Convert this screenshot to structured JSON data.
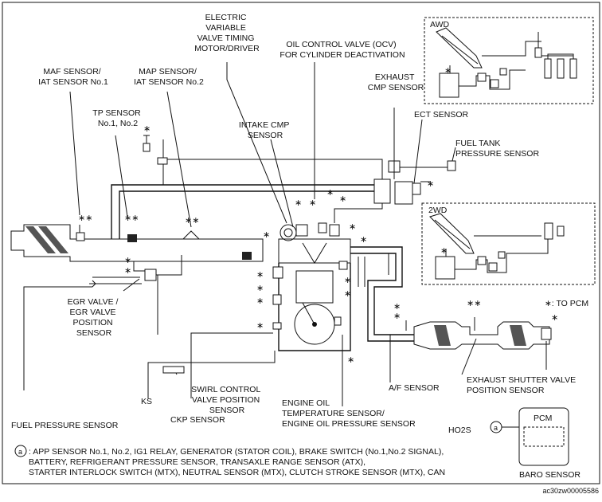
{
  "labels": {
    "electric_vvt": [
      "ELECTRIC",
      "VARIABLE",
      "VALVE TIMING",
      "MOTOR/DRIVER"
    ],
    "ocv": [
      "OIL CONTROL VALVE (OCV)",
      "FOR CYLINDER DEACTIVATION"
    ],
    "awd": "AWD",
    "maf": [
      "MAF SENSOR/",
      "IAT SENSOR No.1"
    ],
    "map": [
      "MAP SENSOR/",
      "IAT SENSOR No.2"
    ],
    "exhaust_cmp": [
      "EXHAUST",
      "CMP SENSOR"
    ],
    "tp": [
      "TP SENSOR",
      "No.1, No.2"
    ],
    "ect": "ECT SENSOR",
    "intake_cmp": [
      "INTAKE CMP",
      "SENSOR"
    ],
    "fuel_tank": [
      "FUEL TANK",
      "PRESSURE SENSOR"
    ],
    "twowd": "2WD",
    "egr": [
      "EGR VALVE /",
      "EGR VALVE",
      "POSITION",
      "SENSOR"
    ],
    "to_pcm": "∗: TO PCM",
    "swirl": [
      "SWIRL CONTROL",
      "VALVE POSITION",
      "SENSOR"
    ],
    "af": "A/F SENSOR",
    "exhaust_shutter": [
      "EXHAUST SHUTTER VALVE",
      "POSITION SENSOR"
    ],
    "ks": "KS",
    "engine_oil": [
      "ENGINE OIL",
      "TEMPERATURE SENSOR/",
      "ENGINE OIL PRESSURE SENSOR"
    ],
    "fuel_pressure": "FUEL PRESSURE SENSOR",
    "ckp": "CKP SENSOR",
    "ho2s": "HO2S",
    "pcm": "PCM",
    "baro": "BARO SENSOR",
    "note_marker": "a",
    "note_lines": [
      ": APP SENSOR No.1, No.2, IG1 RELAY, GENERATOR (STATOR COIL), BRAKE SWITCH (No.1,No.2 SIGNAL),",
      "BATTERY, REFRIGERANT PRESSURE SENSOR, TRANSAXLE RANGE SENSOR (ATX),",
      "STARTER INTERLOCK SWITCH (MTX), NEUTRAL SENSOR (MTX), CLUTCH STROKE SENSOR (MTX),  CAN"
    ],
    "figure_code": "ac30zw00005586",
    "star": "∗",
    "star2": "∗∗"
  }
}
